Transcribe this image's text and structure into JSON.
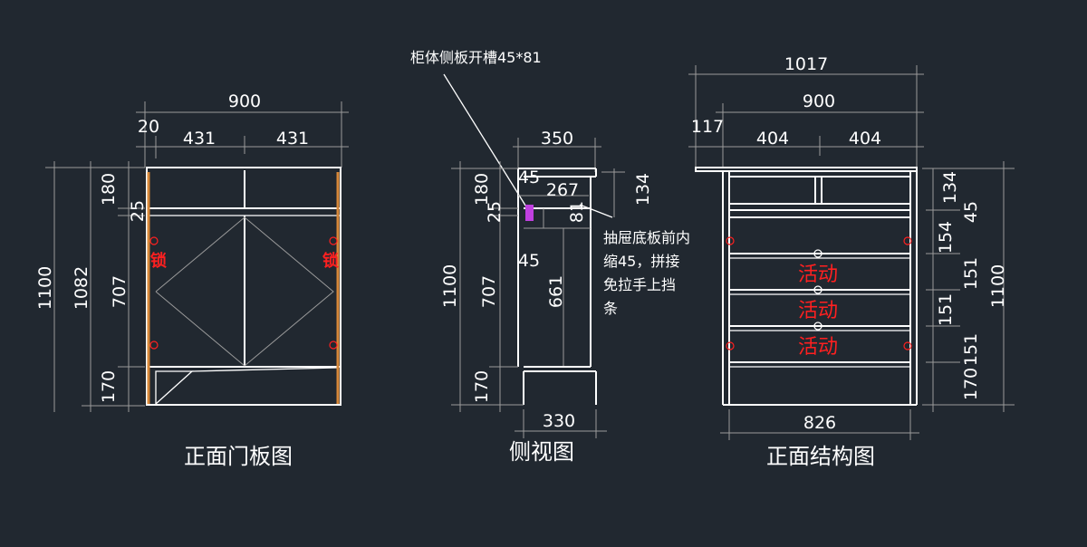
{
  "diagram": {
    "front_door": {
      "title": "正面门板图",
      "dims": {
        "overall_width": "900",
        "side_gap": "20",
        "door_left": "431",
        "door_right": "431",
        "height_total": "1100",
        "height_body": "1082",
        "top": "180",
        "gap": "25",
        "door": "707",
        "bottom": "170"
      },
      "lock_marks": [
        "锁",
        "锁"
      ]
    },
    "side_view": {
      "title": "侧视图",
      "callout_slot": "柜体侧板开槽45*81",
      "callout_drawer": [
        "抽屉底板前内",
        "缩45，拼接",
        "免拉手上挡",
        "条"
      ],
      "dims": {
        "depth_top": "350",
        "depth_bottom": "330",
        "d45_top": "45",
        "d267": "267",
        "d81": "81",
        "d45_mid": "45",
        "d134": "134",
        "height_total": "1100",
        "top": "180",
        "gap": "25",
        "body": "707",
        "inner": "661",
        "bottom": "170"
      }
    },
    "front_structure": {
      "title": "正面结构图",
      "drawer_labels": [
        "活动",
        "活动",
        "活动"
      ],
      "dims": {
        "overall_top": "1017",
        "width": "900",
        "overhang": "117",
        "bay_left": "404",
        "bay_right": "404",
        "bottom_width": "826",
        "d134": "134",
        "d45": "45",
        "d154": "154",
        "d151a": "151",
        "d151b": "151",
        "d151c": "151",
        "d170": "170",
        "height_total": "1100"
      }
    }
  }
}
